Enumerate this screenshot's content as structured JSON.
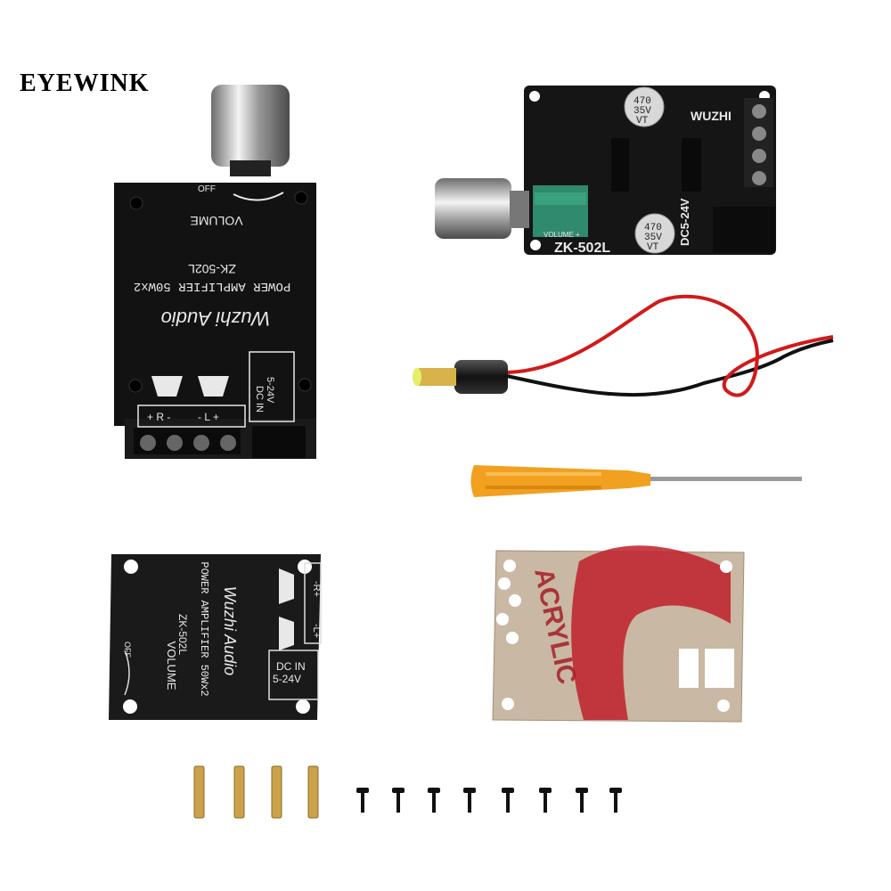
{
  "brand": "EYEWINK",
  "case_board": {
    "knob_off": "OFF",
    "volume": "VOLUME",
    "model": "ZK-502L",
    "subtitle": "POWER AMPLIFIER 50Wx2",
    "script_logo": "Wuzhi Audio",
    "dc_in": "DC IN",
    "voltage": "5-24V",
    "r_label": "+ R -",
    "l_label": "- L +"
  },
  "pcb": {
    "brand": "WUZHI",
    "model": "ZK-502L",
    "dc": "DC5-24V",
    "cap_top": [
      "470",
      "35V",
      "VT"
    ],
    "cap_bottom": [
      "470",
      "35V",
      "VT"
    ],
    "volume": "VOLUME +"
  },
  "bottom_panel": {
    "off": "OFF",
    "volume": "VOLUME",
    "subtitle": "POWER AMPLIFIER 50Wx2",
    "model": "ZK-502L",
    "script_logo": "Wuzhi Audio",
    "dc_in": "DC IN",
    "voltage": "5-24V",
    "r_label": "-R+",
    "l_label": "-L+"
  },
  "acrylic": {
    "logo_text": "ACRYLIC"
  },
  "colors": {
    "pcb": "#151515",
    "knob": "#c9c9c9",
    "screwdriver": "#f2a020",
    "cable_red": "#d11a1a",
    "brass": "#c9a24a",
    "film": "#c8b7a3"
  }
}
